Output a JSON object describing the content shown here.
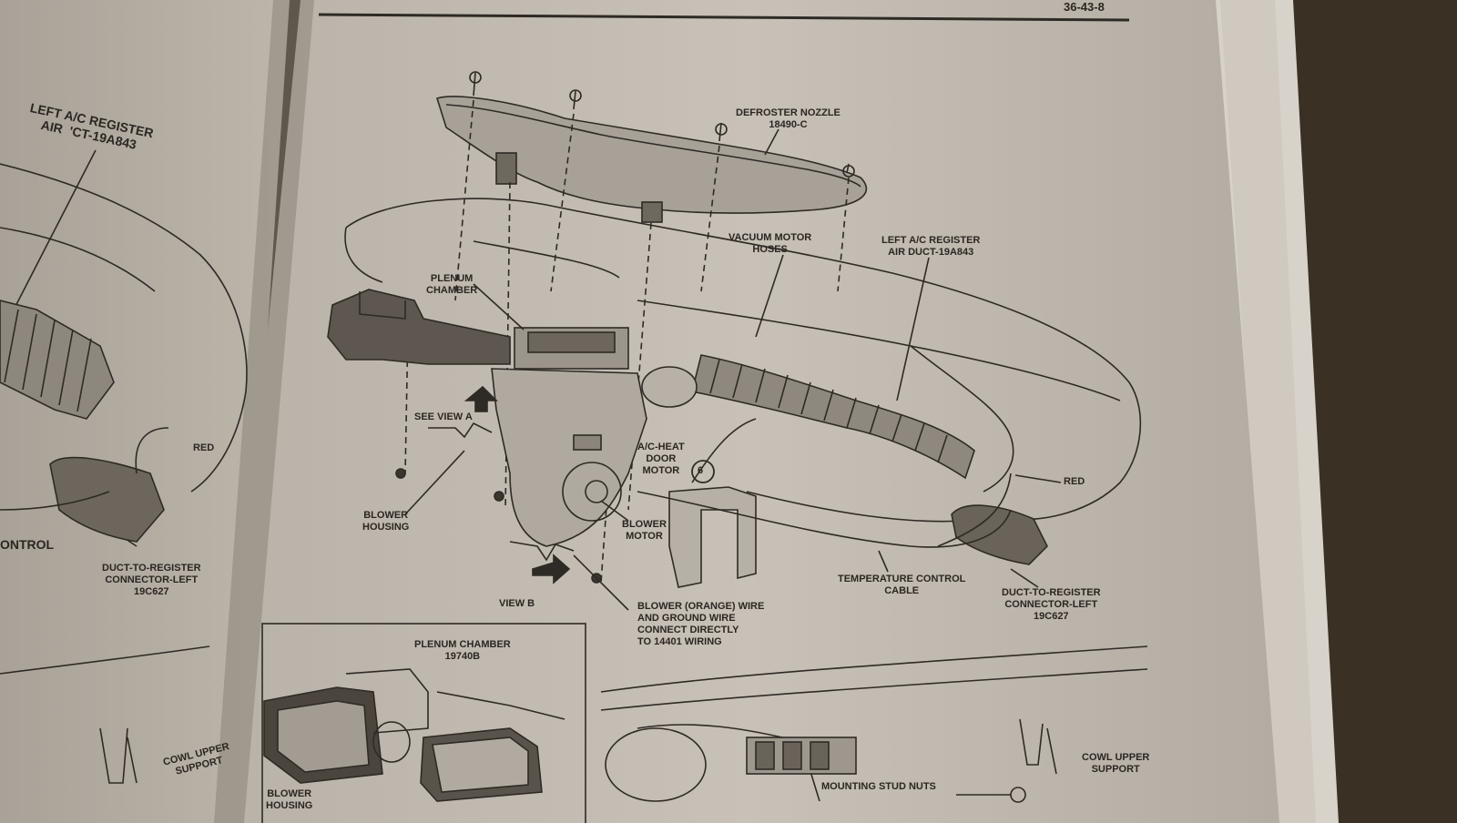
{
  "page": {
    "number": "36-43-8"
  },
  "labels": {
    "defroster_nozzle": "DEFROSTER NOZZLE\n18490-C",
    "vacuum_motor_hoses": "VACUUM MOTOR\nHOSES",
    "left_ac_register_right": "LEFT A/C REGISTER\nAIR DUCT-19A843",
    "plenum_chamber": "PLENUM\nCHAMBER",
    "see_view_a": "SEE VIEW A",
    "ac_heat_door_motor": "A/C-HEAT\nDOOR\nMOTOR",
    "callout_number": "6",
    "blower_housing": "BLOWER\nHOUSING",
    "blower_motor": "BLOWER\nMOTOR",
    "red_right": "RED",
    "temperature_control_cable": "TEMPERATURE CONTROL\nCABLE",
    "duct_to_register_right": "DUCT-TO-REGISTER\nCONNECTOR-LEFT\n19C627",
    "view_b": "VIEW B",
    "blower_wire_note": "BLOWER (ORANGE) WIRE\nAND GROUND WIRE\nCONNECT DIRECTLY\nTO 14401 WIRING",
    "plenum_chamber_inset": "PLENUM CHAMBER\n19740B",
    "blower_housing_inset": "BLOWER\nHOUSING",
    "cowl_upper_support_right": "COWL UPPER\nSUPPORT",
    "mounting_stud_nuts": "MOUNTING STUD NUTS",
    "left_ac_register_left": "LEFT A/C REGISTER\nAIR  'CT-19A843",
    "red_left": "RED",
    "control_left": "ONTROL",
    "duct_to_register_left": "DUCT-TO-REGISTER\nCONNECTOR-LEFT\n19C627",
    "cowl_upper_support_left": "COWL UPPER\nSUPPORT"
  }
}
